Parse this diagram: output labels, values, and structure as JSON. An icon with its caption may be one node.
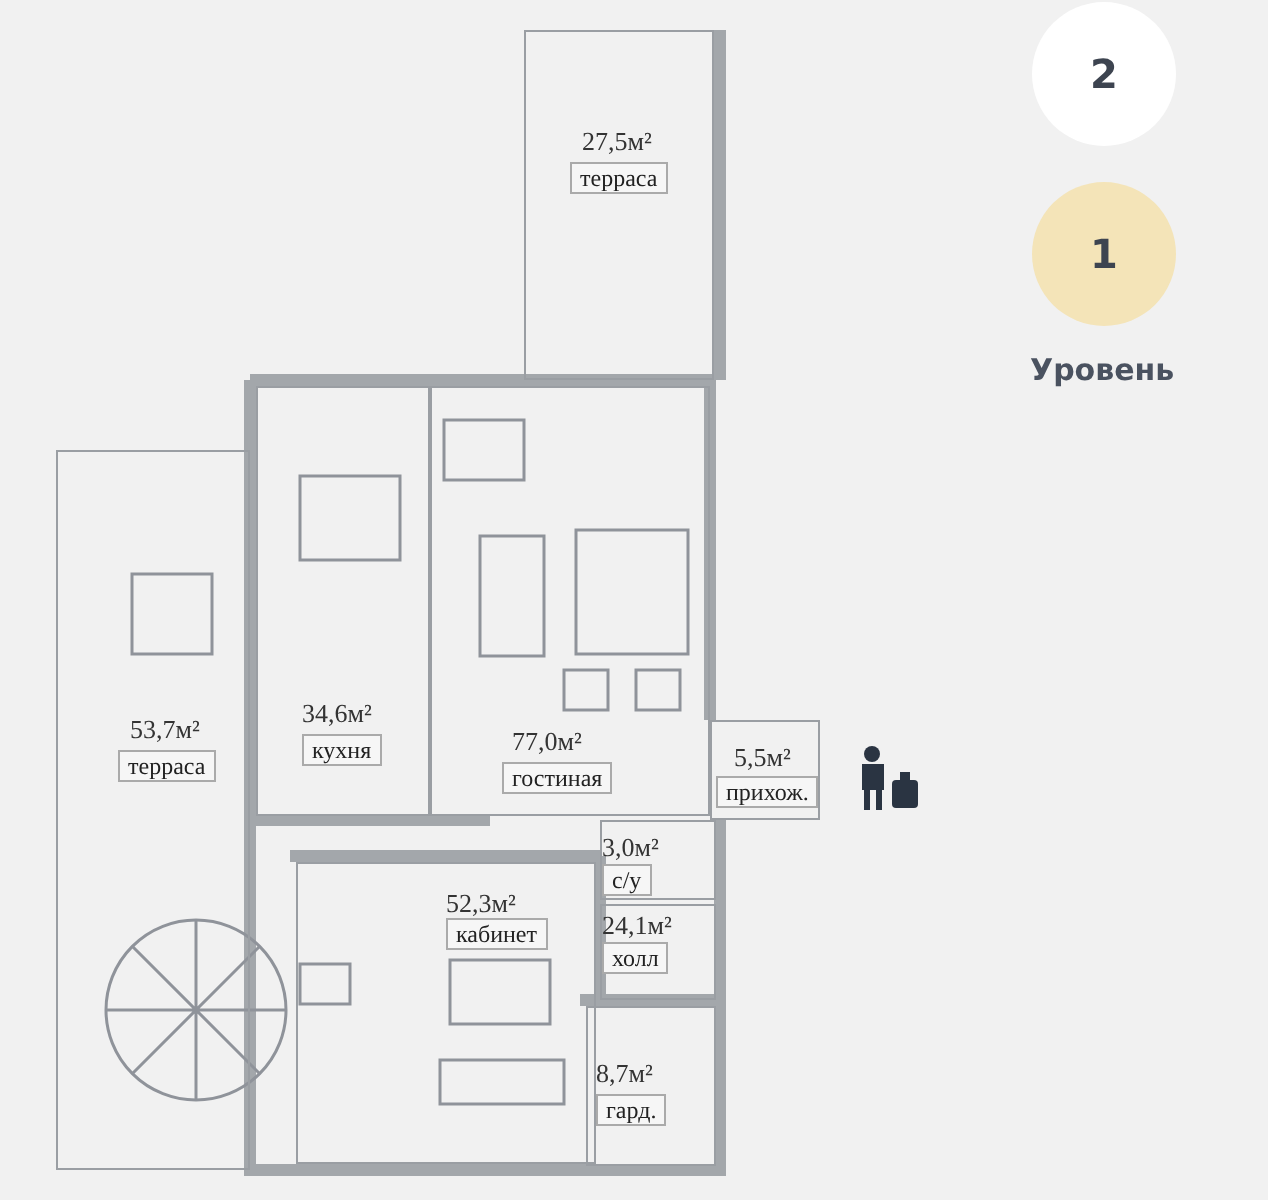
{
  "diagram": {
    "nodes": [
      {
        "text": [
          "27,5м²",
          "терраса"
        ]
      },
      {
        "text": [
          "53,7м²",
          "терраса"
        ]
      },
      {
        "text": [
          "34,6м²",
          "кухня"
        ]
      },
      {
        "text": [
          "77,0м²",
          "гостиная"
        ]
      },
      {
        "text": [
          "5,5м²",
          "прихож."
        ]
      },
      {
        "text": [
          "3,0м²",
          "с/у"
        ]
      },
      {
        "text": [
          "52,3м²",
          "кабинет"
        ]
      },
      {
        "text": [
          "24,1м²",
          "холл"
        ]
      },
      {
        "text": [
          "8,7м²",
          "гард."
        ]
      },
      {
        "text": [
          "2"
        ]
      },
      {
        "text": [
          "1"
        ]
      }
    ],
    "edges": [],
    "labels": [
      "Уровень"
    ]
  }
}
